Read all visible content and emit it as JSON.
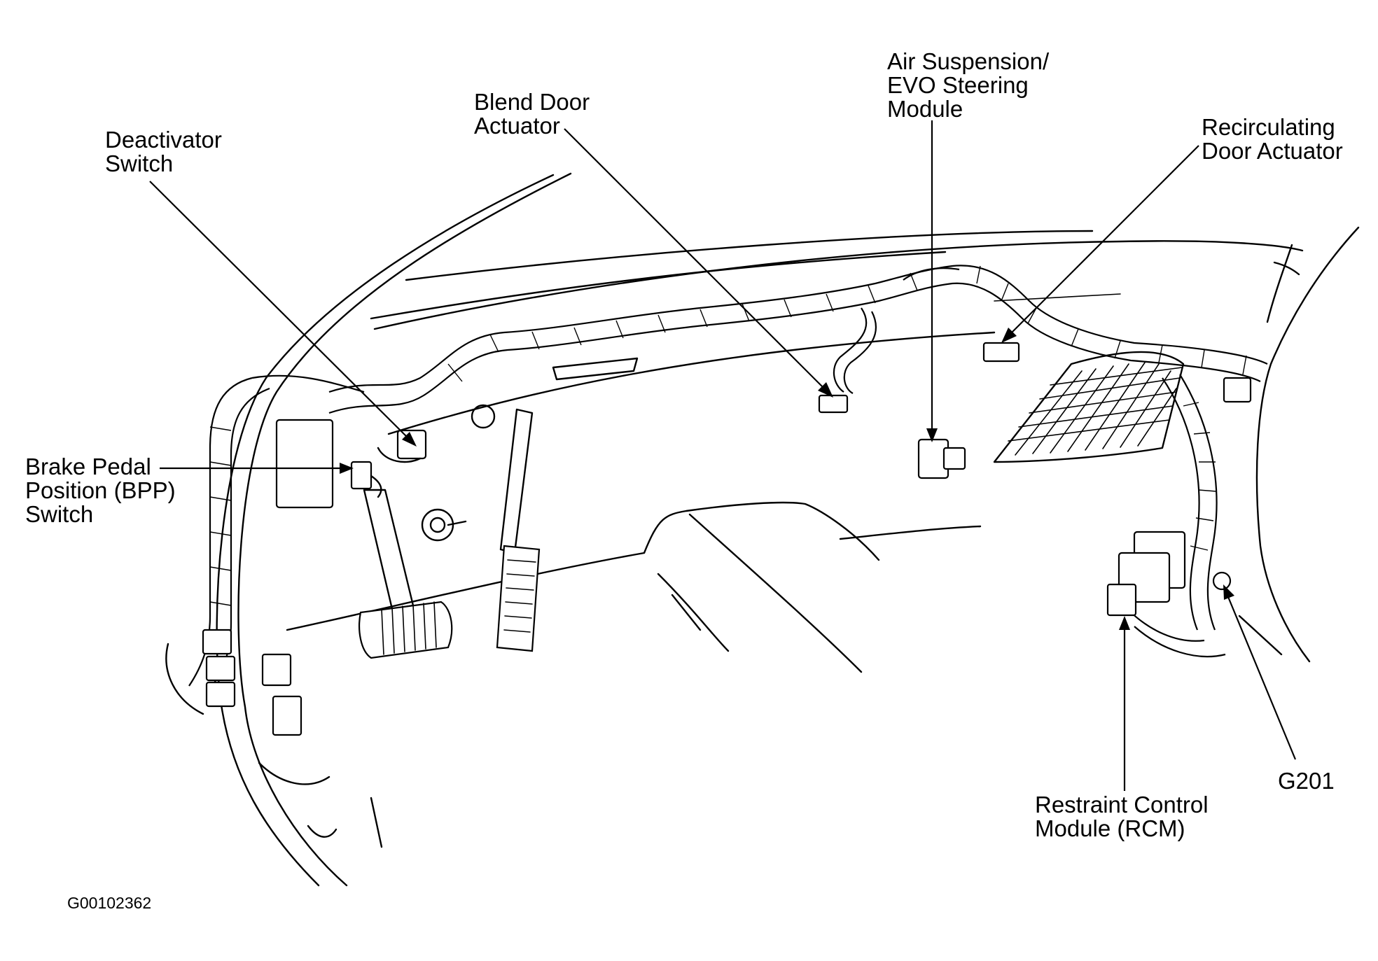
{
  "labels": {
    "deactivator_switch": [
      "Deactivator",
      "Switch"
    ],
    "blend_door_actuator": [
      "Blend Door",
      "Actuator"
    ],
    "air_suspension_module": [
      "Air Suspension/",
      "EVO Steering",
      "Module"
    ],
    "recirculating_door_actuator": [
      "Recirculating",
      "Door Actuator"
    ],
    "brake_pedal_position_switch": [
      "Brake Pedal",
      "Position (BPP)",
      "Switch"
    ],
    "restraint_control_module": [
      "Restraint Control",
      "Module (RCM)"
    ],
    "g201": [
      "G201"
    ]
  },
  "figure_id": "G00102362"
}
